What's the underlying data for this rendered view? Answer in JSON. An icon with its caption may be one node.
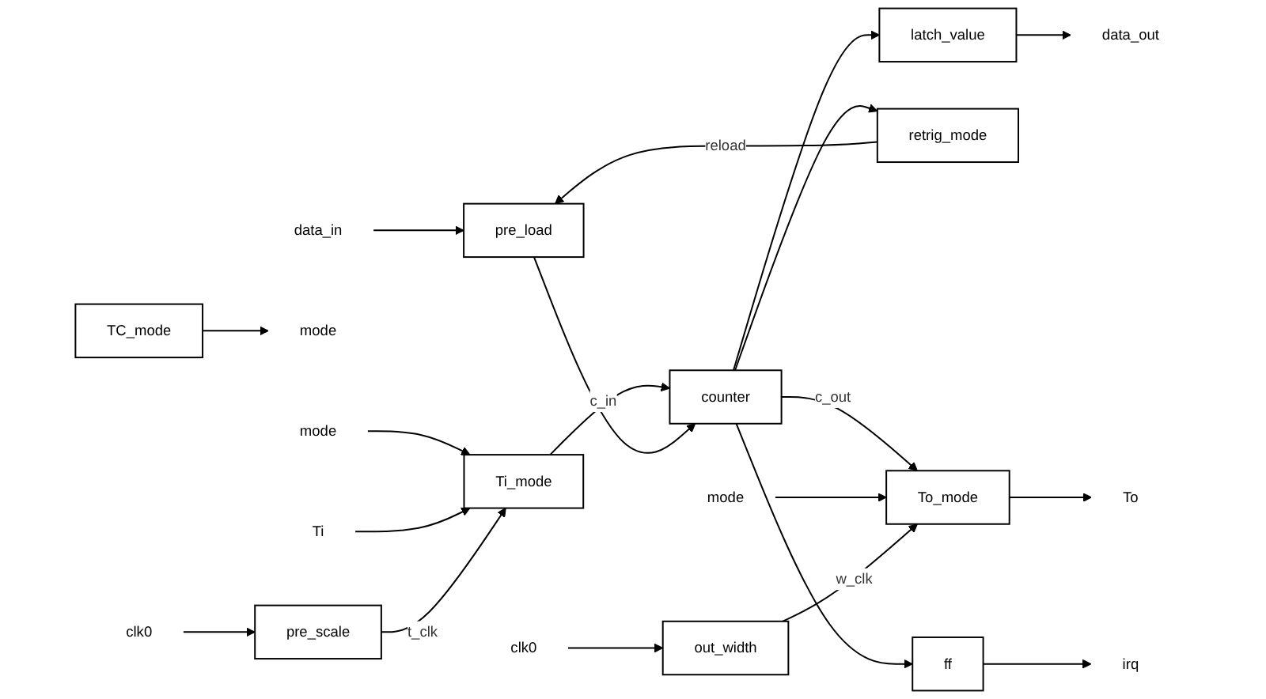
{
  "diagram": {
    "nodes": [
      {
        "text": [
          "data_in"
        ]
      },
      {
        "text": [
          "pre_load"
        ]
      },
      {
        "text": [
          "ff"
        ]
      },
      {
        "text": [
          "irq"
        ]
      },
      {
        "text": [
          "TC_mode"
        ]
      },
      {
        "text": [
          "mode"
        ]
      },
      {
        "text": [
          "retrig_mode"
        ]
      },
      {
        "text": [
          "mode"
        ]
      },
      {
        "text": [
          "Ti"
        ]
      },
      {
        "text": [
          "Ti_mode"
        ]
      },
      {
        "text": [
          "counter"
        ]
      },
      {
        "text": [
          "mode"
        ]
      },
      {
        "text": [
          "To_mode"
        ]
      },
      {
        "text": [
          "To"
        ]
      },
      {
        "text": [
          "clk0"
        ]
      },
      {
        "text": [
          "pre_scale"
        ]
      },
      {
        "text": [
          "latch_value"
        ]
      },
      {
        "text": [
          "clk0"
        ]
      },
      {
        "text": [
          "out_width"
        ]
      },
      {
        "text": [
          "data_out"
        ]
      }
    ],
    "edges": [
      {
        "from": 0,
        "to": 1,
        "arrow": "to"
      },
      {
        "from": 2,
        "to": 3,
        "arrow": "to"
      },
      {
        "from": 4,
        "to": 5,
        "arrow": "to"
      },
      {
        "from": 7,
        "to": 9,
        "arrow": "to"
      },
      {
        "from": 8,
        "to": 9,
        "arrow": "to"
      },
      {
        "from": 14,
        "to": 15,
        "arrow": "to"
      },
      {
        "from": 15,
        "to": 9,
        "arrow": "to",
        "label": "t_clk"
      },
      {
        "from": 9,
        "to": 10,
        "arrow": "to",
        "label": "c_in"
      },
      {
        "from": 1,
        "to": 10,
        "arrow": "to"
      },
      {
        "from": 10,
        "to": 16,
        "arrow": "to"
      },
      {
        "from": 16,
        "to": 19,
        "arrow": "to"
      },
      {
        "from": 10,
        "to": 12,
        "arrow": "to",
        "label": "c_out"
      },
      {
        "from": 10,
        "to": 6,
        "arrow": "to"
      },
      {
        "from": 10,
        "to": 2,
        "arrow": "to"
      },
      {
        "from": 6,
        "to": 1,
        "arrow": "to",
        "label": "reload"
      },
      {
        "from": 11,
        "to": 12,
        "arrow": "to"
      },
      {
        "from": 12,
        "to": 13,
        "arrow": "to"
      },
      {
        "from": 17,
        "to": 18,
        "arrow": "to"
      },
      {
        "from": 18,
        "to": 12,
        "arrow": "to",
        "label": "w_clk"
      }
    ]
  }
}
